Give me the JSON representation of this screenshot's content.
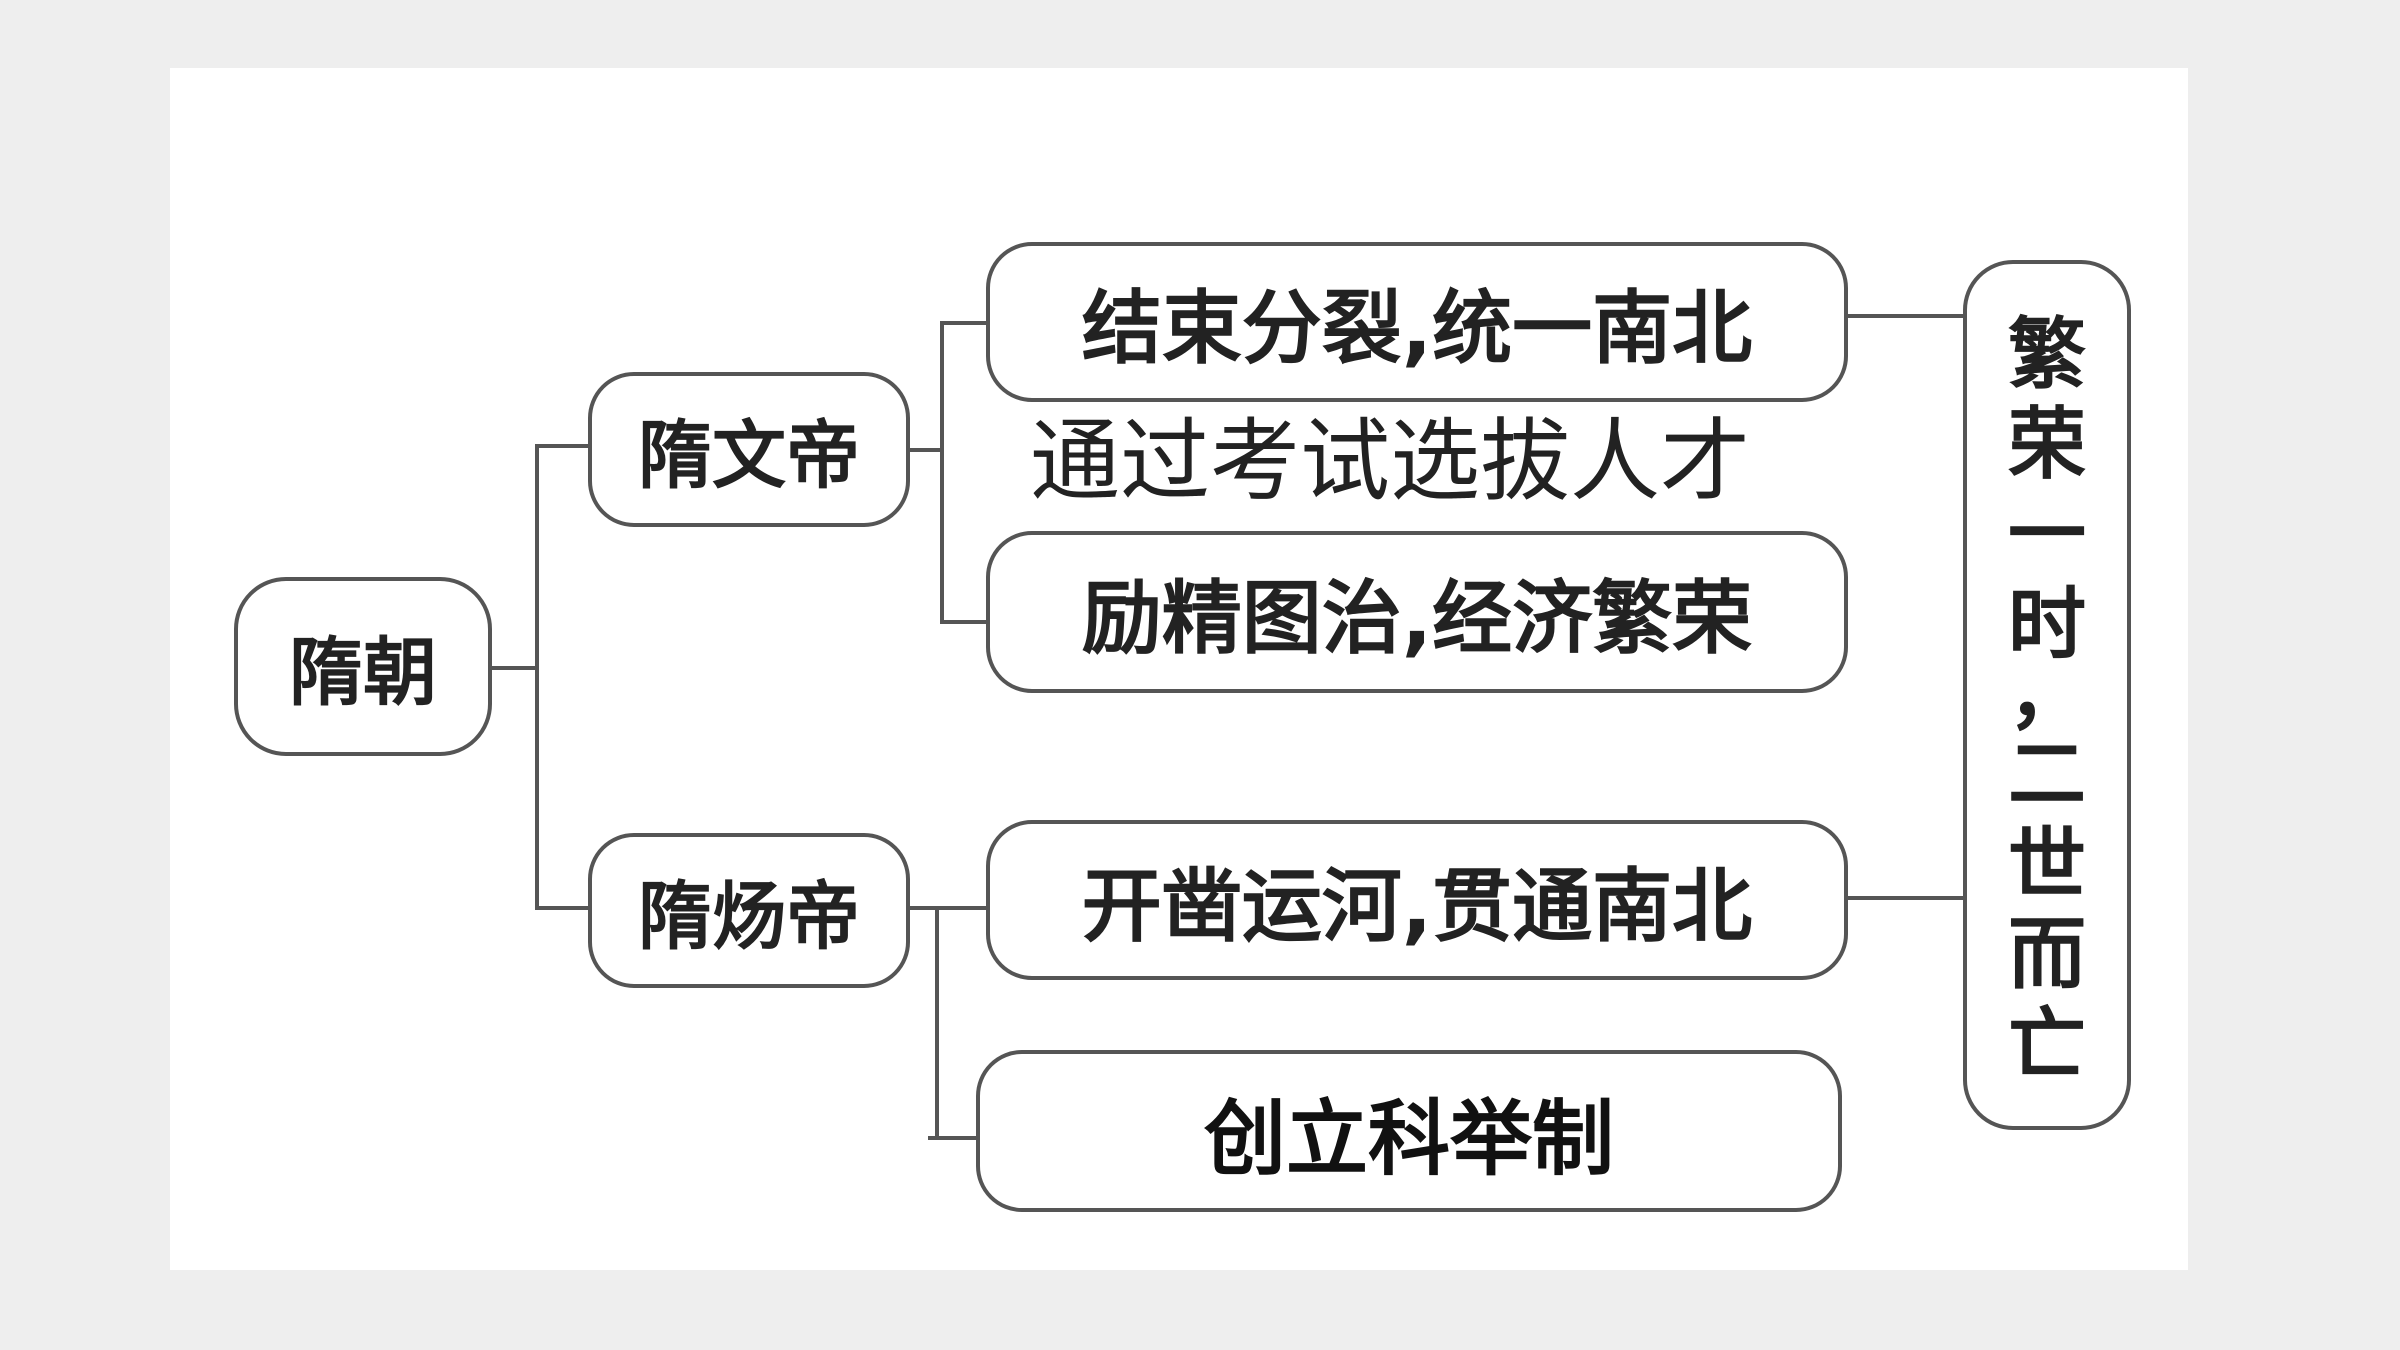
{
  "root": {
    "label": "隋朝"
  },
  "emperors": [
    {
      "label": "隋文帝"
    },
    {
      "label": "隋炀帝"
    }
  ],
  "achievements": [
    {
      "label": "结束分裂,统一南北"
    },
    {
      "label": "励精图治,经济繁荣"
    },
    {
      "label": "开凿运河,贯通南北"
    },
    {
      "label": "创立科举制"
    }
  ],
  "annotation": {
    "label": "通过考试选拔人才"
  },
  "outcome": {
    "chars": [
      "繁",
      "荣",
      "一",
      "时",
      "，",
      "二",
      "世",
      "而",
      "亡"
    ]
  },
  "colors": {
    "border": "#555555",
    "text": "#222222",
    "background": "#eeeeee",
    "card": "#ffffff"
  }
}
